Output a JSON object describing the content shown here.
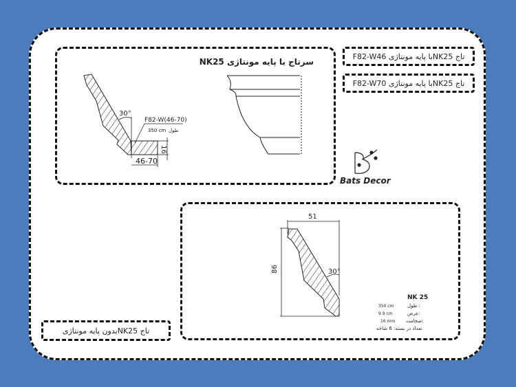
{
  "top_panel": {
    "title": "سرتاج با پایه مونتاژی NK25",
    "angle": "30°",
    "base_code": "F82-W(46-70)",
    "length_label": "طول",
    "length_value": "350 cm",
    "height": "16",
    "width": "46-70"
  },
  "labels": {
    "w46": "تاج NK25با پایه مونتاژی F82-W46",
    "w70": "تاج NK25با پایه مونتاژی F82-W70",
    "no_base": "تاج NK25بدون پایه مونتاژی"
  },
  "logo": {
    "text": "Bats Decor"
  },
  "bottom_panel": {
    "width": "51",
    "height": "86",
    "angle": "30°",
    "model": "NK 25",
    "specs": [
      {
        "label": "طول :",
        "value": "350 cm"
      },
      {
        "label": "عرض:",
        "value": "9.9 cm"
      },
      {
        "label": "ضخامت:",
        "value": "16 mm"
      }
    ],
    "pack": "تعداد در بسته: 6 شاخه"
  }
}
